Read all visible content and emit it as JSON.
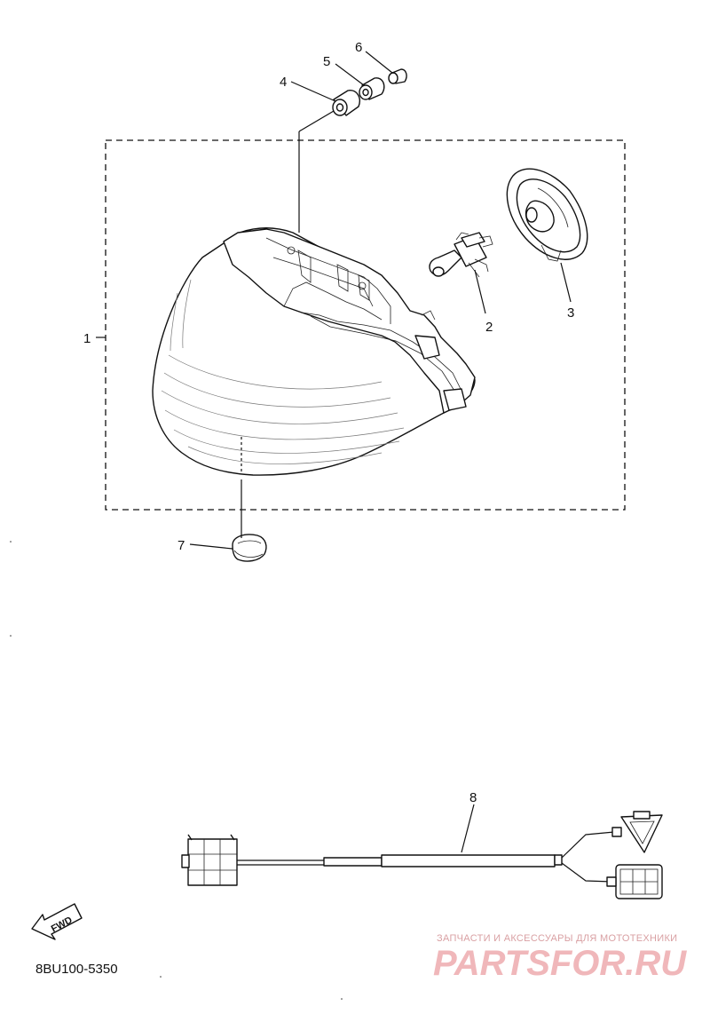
{
  "callouts": {
    "c1": "1",
    "c2": "2",
    "c3": "3",
    "c4": "4",
    "c5": "5",
    "c6": "6",
    "c7": "7",
    "c8": "8"
  },
  "fwd_label": "FWD",
  "diagram_code": "8BU100-5350",
  "watermark": {
    "caption": "ЗАПЧАСТИ И АКСЕССУАРЫ ДЛЯ МОТОТЕХНИКИ",
    "logo": "PARTSFOR.RU"
  },
  "colors": {
    "line": "#111111",
    "watermark": "#f0b7ba"
  }
}
